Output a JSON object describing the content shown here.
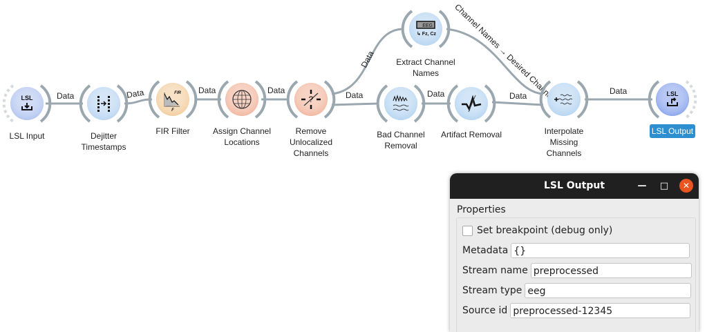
{
  "nodes": [
    {
      "id": "lsl-input",
      "label": "LSL Input",
      "icon": "lsl-input-icon",
      "color": "#b4c6f0"
    },
    {
      "id": "dejitter",
      "label": "Dejitter Timestamps",
      "icon": "dejitter-icon",
      "color": "#bcd6f2"
    },
    {
      "id": "fir-filter",
      "label": "FIR Filter",
      "icon": "fir-filter-icon",
      "color": "#f3cfa2"
    },
    {
      "id": "assign-locations",
      "label": "Assign Channel Locations",
      "icon": "head-electrodes-icon",
      "color": "#f2b9a2"
    },
    {
      "id": "remove-unlocalized",
      "label": "Remove Unlocalized Channels",
      "icon": "remove-unlocalized-icon",
      "color": "#f2b9a2"
    },
    {
      "id": "extract-names",
      "label": "Extract Channel Names",
      "icon": "eeg-channel-names-icon",
      "color": "#b8d6f2"
    },
    {
      "id": "bad-channel",
      "label": "Bad Channel Removal",
      "icon": "bad-channel-icon",
      "color": "#b8d6f2"
    },
    {
      "id": "artifact-removal",
      "label": "Artifact Removal",
      "icon": "artifact-removal-icon",
      "color": "#b8d6f2"
    },
    {
      "id": "interpolate",
      "label": "Interpolate Missing Channels",
      "icon": "interpolate-icon",
      "color": "#b8d6f2"
    },
    {
      "id": "lsl-output",
      "label": "LSL Output",
      "icon": "lsl-output-icon",
      "color": "#8fa8ee",
      "selected": true
    }
  ],
  "links": [
    {
      "label": "Data"
    },
    {
      "label": "Data"
    },
    {
      "label": "Data"
    },
    {
      "label": "Data"
    },
    {
      "label": "Data"
    },
    {
      "label": "Data"
    },
    {
      "label": "Data"
    },
    {
      "label": "Data"
    },
    {
      "label": "Channel Names → Desired Channels"
    },
    {
      "label": "Data"
    }
  ],
  "icon_text": {
    "lsl": "LSL",
    "eeg": "EEG",
    "fz_cz": "Fz, Cz",
    "fir": "FIR",
    "f": "F"
  },
  "dialog": {
    "title": "LSL Output",
    "minimize": "—",
    "maximize": "□",
    "close": "✕",
    "section": "Properties",
    "breakpoint_label": "Set breakpoint (debug only)",
    "breakpoint_checked": false,
    "fields": [
      {
        "label": "Metadata",
        "value": "{}"
      },
      {
        "label": "Stream name",
        "value": "preprocessed"
      },
      {
        "label": "Stream type",
        "value": "eeg"
      },
      {
        "label": "Source id",
        "value": "preprocessed-12345"
      }
    ]
  }
}
